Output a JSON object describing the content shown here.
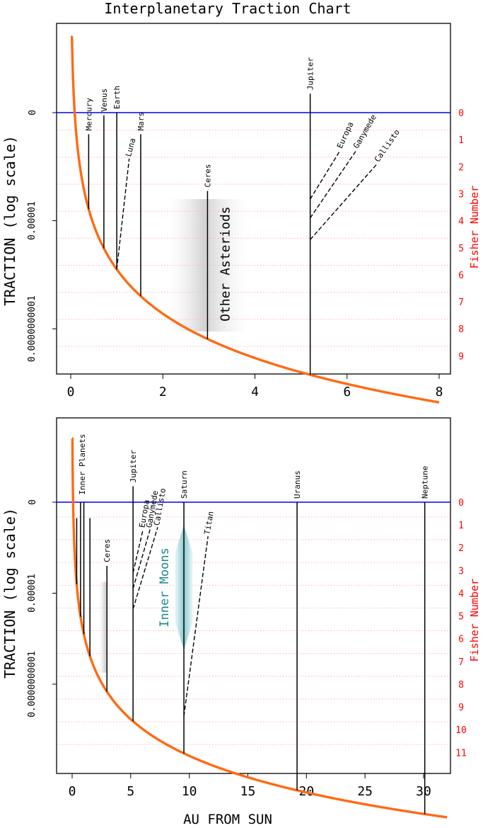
{
  "title": "Interplanetary Traction Chart",
  "colors": {
    "curve": "#ff6a13",
    "baseline": "#0000ff",
    "fisher": "#ff0000",
    "fisher_grid": "#ffb3b3",
    "axis": "#000000",
    "shade": "#d9d9d9",
    "moons_fill": "#9fd0d4",
    "moons_text": "#1b8a8f"
  },
  "chart_data": [
    {
      "type": "line",
      "xlim": [
        0,
        8
      ],
      "xticks": [
        0,
        2,
        4,
        6,
        8
      ],
      "ylabel": "TRACTION (log scale)",
      "y_tick_labels": [
        "0",
        "0.00001",
        "0.0000000001"
      ],
      "fisher_label": "Fisher Number",
      "fisher_numbers": [
        "0",
        "1",
        "2",
        "3",
        "4",
        "5",
        "6",
        "7",
        "8",
        "9"
      ],
      "fisher_max": 9,
      "fisher_at_x1": 5.8,
      "fisher_top": -2.8,
      "curve_x_max": 8,
      "bodies": [
        {
          "name": "Mercury",
          "au": 0.39,
          "top": 0.8,
          "style": "solid"
        },
        {
          "name": "Venus",
          "au": 0.72,
          "top": 0.1,
          "style": "solid"
        },
        {
          "name": "Earth",
          "au": 1.0,
          "top": 0.0,
          "style": "solid"
        },
        {
          "name": "Mars",
          "au": 1.52,
          "top": 0.8,
          "style": "solid"
        },
        {
          "name": "Ceres",
          "au": 2.97,
          "top": 2.9,
          "style": "solid"
        },
        {
          "name": "Jupiter",
          "au": 5.2,
          "top": -0.7,
          "style": "solid"
        }
      ],
      "moons": [
        {
          "name": "Luna",
          "from_au": 1.0,
          "from_fisher": 5.8,
          "to_au": 1.27,
          "to_fisher": 1.7,
          "label_angle": -75
        },
        {
          "name": "Europa",
          "from_au": 5.2,
          "from_fisher": 3.2,
          "to_au": 5.85,
          "to_fisher": 1.4,
          "label_angle": -65
        },
        {
          "name": "Ganymede",
          "from_au": 5.2,
          "from_fisher": 3.9,
          "to_au": 6.2,
          "to_fisher": 1.4,
          "label_angle": -60
        },
        {
          "name": "Callisto",
          "from_au": 5.2,
          "from_fisher": 4.7,
          "to_au": 6.65,
          "to_fisher": 1.9,
          "label_angle": -55
        }
      ],
      "asteroid_band": {
        "label": "Other Asteriods",
        "from_au": 2.0,
        "to_au": 4.0,
        "top_fisher": 3.2
      }
    },
    {
      "type": "line",
      "xlim": [
        0,
        32
      ],
      "xticks": [
        0,
        5,
        10,
        15,
        20,
        25,
        30
      ],
      "xlabel": "AU FROM SUN",
      "ylabel": "TRACTION (log scale)",
      "y_tick_labels": [
        "0",
        "0.00001",
        "0.0000000001"
      ],
      "fisher_label": "Fisher Number",
      "fisher_numbers": [
        "0",
        "1",
        "2",
        "3",
        "4",
        "5",
        "6",
        "7",
        "8",
        "9",
        "10",
        "11"
      ],
      "fisher_max": 11,
      "fisher_at_x1": 5.8,
      "fisher_top": -2.8,
      "curve_x_max": 32,
      "inner_planets_label": "Inner Planets",
      "bodies": [
        {
          "name": "",
          "au": 0.39,
          "top": 0.7,
          "style": "solid"
        },
        {
          "name": "",
          "au": 0.72,
          "top": 0.0,
          "style": "solid"
        },
        {
          "name": "",
          "au": 1.0,
          "top": 0.0,
          "style": "solid"
        },
        {
          "name": "",
          "au": 1.52,
          "top": 0.7,
          "style": "solid"
        },
        {
          "name": "Ceres",
          "au": 2.97,
          "top": 2.8,
          "style": "solid"
        },
        {
          "name": "Jupiter",
          "au": 5.2,
          "top": -0.7,
          "style": "solid"
        },
        {
          "name": "Saturn",
          "au": 9.54,
          "top": 0.0,
          "style": "solid"
        },
        {
          "name": "Uranus",
          "au": 19.2,
          "top": 0.0,
          "style": "solid"
        },
        {
          "name": "Neptune",
          "au": 30.1,
          "top": 0.0,
          "style": "solid"
        }
      ],
      "moons": [
        {
          "name": "Europa",
          "from_au": 5.2,
          "from_fisher": 3.1,
          "to_au": 6.05,
          "to_fisher": 1.2,
          "label_angle": -80
        },
        {
          "name": "Ganymede",
          "from_au": 5.2,
          "from_fisher": 3.8,
          "to_au": 6.65,
          "to_fisher": 1.2,
          "label_angle": -80
        },
        {
          "name": "Callisto",
          "from_au": 5.2,
          "from_fisher": 4.7,
          "to_au": 7.3,
          "to_fisher": 1.1,
          "label_angle": -80
        },
        {
          "name": "Titan",
          "from_au": 9.54,
          "from_fisher": 9.4,
          "to_au": 11.6,
          "to_fisher": 1.5,
          "label_angle": -80
        }
      ],
      "asteroid_band": {
        "label": "",
        "from_au": 2.2,
        "to_au": 3.4,
        "top_fisher": 3.5
      },
      "inner_moons": {
        "label": "Inner Moons",
        "au": 9.54,
        "top_fisher": 1.0,
        "bottom_fisher": 6.5,
        "half_width_au": 0.75
      }
    }
  ]
}
